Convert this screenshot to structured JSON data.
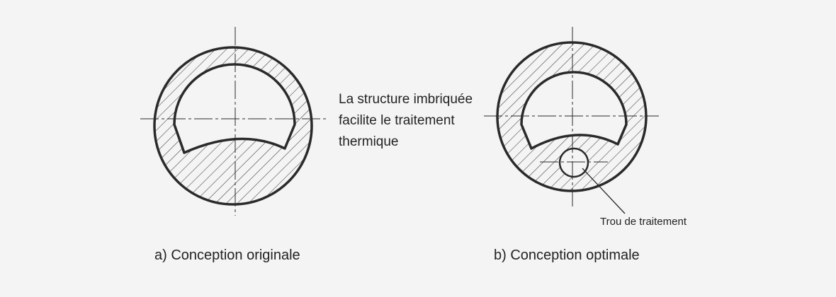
{
  "note": {
    "lines": [
      "La structure imbriquée",
      "facilite le traitement",
      "thermique"
    ]
  },
  "hole_label": "Trou de traitement",
  "captions": {
    "a": "a) Conception originale",
    "b": "b) Conception optimale"
  },
  "colors": {
    "background": "#f4f4f4",
    "line": "#2a2a2a",
    "hatch": "#3a3a3a"
  }
}
